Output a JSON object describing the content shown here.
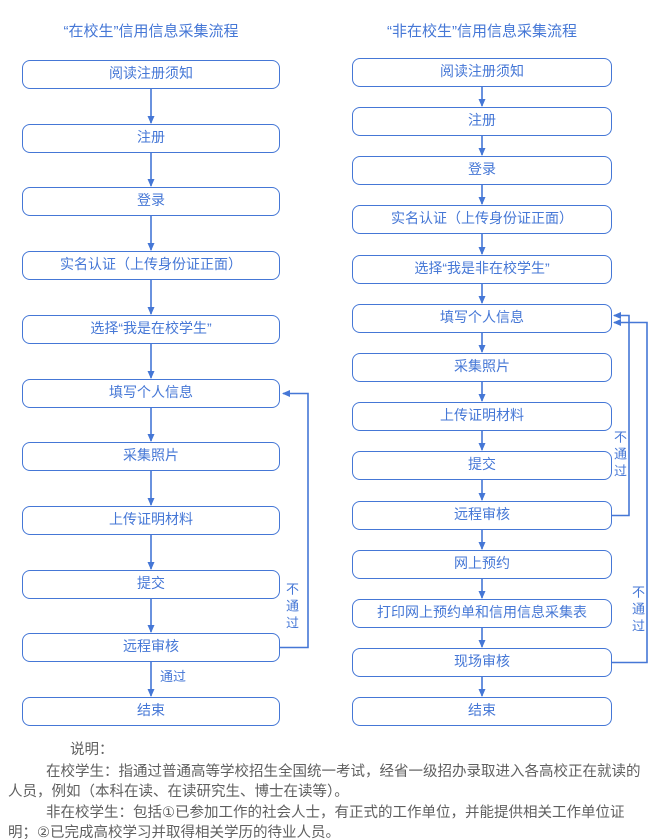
{
  "colors": {
    "accent": "#4577d6",
    "note": "#5f5f5f"
  },
  "left_flow": {
    "title": "“在校生”信用信息采集流程",
    "steps": [
      "阅读注册须知",
      "注册",
      "登录",
      "实名认证（上传身份证正面）",
      "选择“我是在校学生”",
      "填写个人信息",
      "采集照片",
      "上传证明材料",
      "提交",
      "远程审核",
      "结束"
    ],
    "pass_label": "通过",
    "fail_label": "不通过"
  },
  "right_flow": {
    "title": "“非在校生”信用信息采集流程",
    "steps": [
      "阅读注册须知",
      "注册",
      "登录",
      "实名认证（上传身份证正面）",
      "选择“我是非在校学生”",
      "填写个人信息",
      "采集照片",
      "上传证明材料",
      "提交",
      "远程审核",
      "网上预约",
      "打印网上预约单和信用信息采集表",
      "现场审核",
      "结束"
    ],
    "fail_label_remote": "不通过",
    "fail_label_onsite": "不通过"
  },
  "notes": {
    "heading": "说明：",
    "para1": "在校学生：指通过普通高等学校招生全国统一考试，经省一级招办录取进入各高校正在就读的人员，例如（本科在读、在读研究生、博士在读等）。",
    "para2": "非在校学生：包括①已参加工作的社会人士，有正式的工作单位，并能提供相关工作单位证明；②已完成高校学习并取得相关学历的待业人员。"
  }
}
